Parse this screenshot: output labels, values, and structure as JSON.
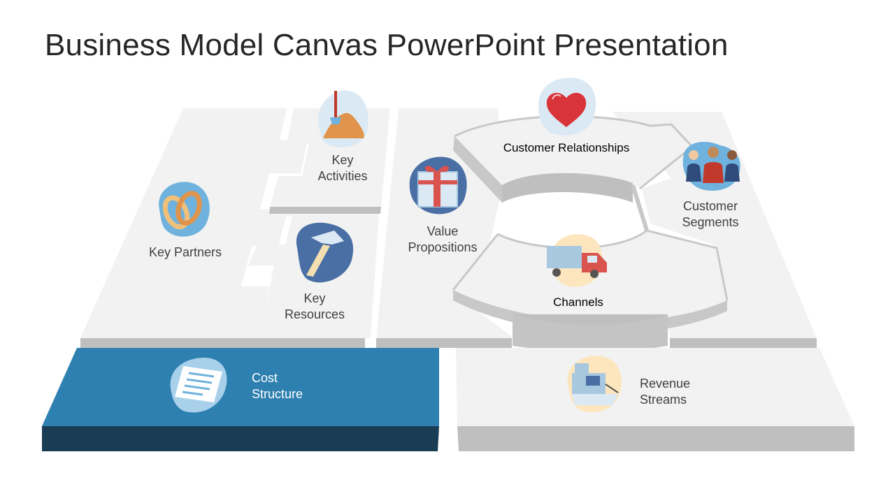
{
  "slide": {
    "title": "Business Model Canvas PowerPoint Presentation"
  },
  "blocks": {
    "key_partners": {
      "label": "Key Partners",
      "icon": "rings-icon"
    },
    "key_activities": {
      "line1": "Key",
      "line2": "Activities",
      "icon": "shovel-sand-icon"
    },
    "key_resources": {
      "line1": "Key",
      "line2": "Resources",
      "icon": "hammer-icon"
    },
    "value_propositions": {
      "line1": "Value",
      "line2": "Propositions",
      "icon": "gift-box-icon"
    },
    "customer_relationships": {
      "label": "Customer Relationships",
      "icon": "heart-icon"
    },
    "customer_segments": {
      "line1": "Customer",
      "line2": "Segments",
      "icon": "people-group-icon"
    },
    "channels": {
      "label": "Channels",
      "icon": "delivery-truck-icon"
    },
    "cost_structure": {
      "line1": "Cost",
      "line2": "Structure",
      "icon": "document-list-icon"
    },
    "revenue_streams": {
      "line1": "Revenue",
      "line2": "Streams",
      "icon": "cash-register-icon"
    }
  },
  "colors": {
    "tile_face": "#f2f2f2",
    "tile_side": "#bfbfbf",
    "cost_face": "#2e80b0",
    "cost_side": "#1a3d56",
    "icon_blue_blob": "#4a6fa5",
    "icon_light_blob": "#dbe9f4",
    "icon_cream_blob": "#fde6bd"
  }
}
